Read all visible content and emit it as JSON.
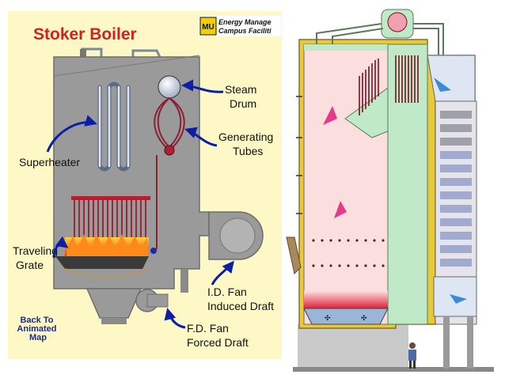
{
  "left_panel": {
    "title": "Stoker Boiler",
    "logo": {
      "mark": "MU",
      "line1": "Energy Manage",
      "line2": "Campus Faciliti"
    },
    "labels": {
      "steam_drum": [
        "Steam",
        "Drum"
      ],
      "generating_tubes": [
        "Generating",
        "Tubes"
      ],
      "superheater": "Superheater",
      "traveling_grate": [
        "Traveling",
        "Grate"
      ],
      "id_fan": [
        "I.D. Fan",
        "Induced Draft"
      ],
      "fd_fan": [
        "F.D. Fan",
        "Forced Draft"
      ]
    },
    "back_link": [
      "Back To",
      "Animated",
      "Map"
    ]
  },
  "colors": {
    "panel_bg": "#fdf8c6",
    "boiler_gray": "#9a9a9a",
    "arrow_blue": "#0a1ea8",
    "title_red": "#d42020",
    "pink_chamber": "#fbdede",
    "green_casing": "#bfe9c7",
    "frame_yellow": "#e8c93a"
  }
}
